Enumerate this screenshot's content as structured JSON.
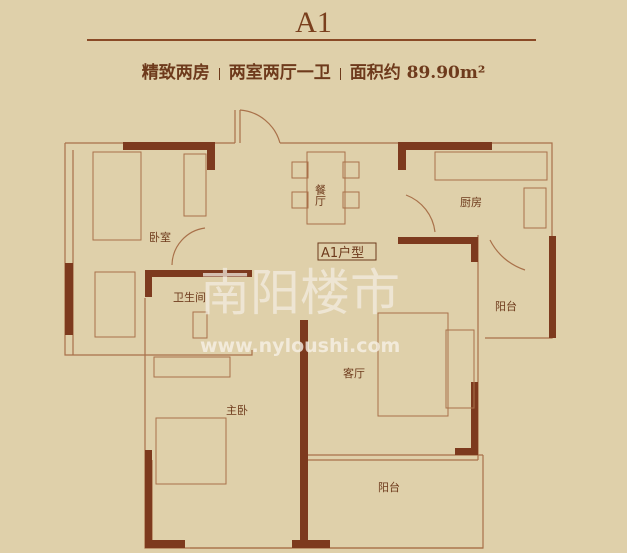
{
  "header": {
    "title": "A1",
    "features": [
      "精致两房",
      "两室两厅一卫",
      "面积约 89.90m²"
    ]
  },
  "plan": {
    "unit_label": "A1户型",
    "rooms": {
      "dining": "餐厅",
      "kitchen": "厨房",
      "bedroom": "卧室",
      "bathroom": "卫生间",
      "balcony_right": "阳台",
      "living": "客厅",
      "master_bedroom": "主卧",
      "balcony_bottom": "阳台"
    }
  },
  "watermark": {
    "brand": "南阳楼市",
    "url": "www.nyloushi.com"
  },
  "colors": {
    "background": "#dfd0aa",
    "thin_wall": "#a9714a",
    "thick_wall": "#7d3a1e",
    "text": "#6e3a1c"
  }
}
